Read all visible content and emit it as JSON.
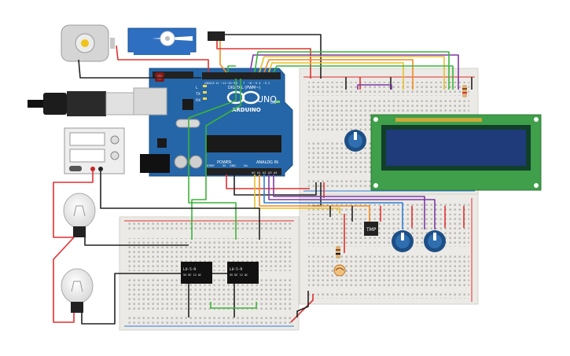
{
  "arduino": {
    "brand": "ARDUINO",
    "model": "UNO",
    "digital_label": "DIGITAL (PWM~)",
    "power_label": "POWER",
    "analog_label": "ANALOG IN",
    "tx_label": "TX",
    "rx_label": "RX",
    "l_label": "L",
    "on_label": "ON",
    "power_pins": [
      "IOREF",
      "RESET",
      "3.3V",
      "5V",
      "GND",
      "GND",
      "Vin"
    ],
    "analog_pins": [
      "A0",
      "A1",
      "A2",
      "A3",
      "A4",
      "A5"
    ],
    "digital_pins": [
      "GND",
      "13",
      "12",
      "~11",
      "~10",
      "~9",
      "8",
      "7",
      "~6",
      "~5",
      "4",
      "~3",
      "2",
      "TX→1",
      "RX←0"
    ]
  },
  "temp_sensor": {
    "label": "TMP"
  },
  "relays": [
    {
      "line1": "LU-5-R",
      "line2": "5V DC  12 AC"
    },
    {
      "line1": "LU-5-R",
      "line2": "5V DC  12 AC"
    }
  ],
  "lcd": {
    "rows": 2,
    "cols": 16
  },
  "colors": {
    "board_blue": "#2566a8",
    "breadboard": "#eceae6",
    "lcd_pcb": "#3f9f4a",
    "lcd_screen": "#1f3b79",
    "wire_red": "#e0302f",
    "wire_black": "#222222",
    "wire_green": "#3cb43a",
    "wire_yellow": "#e5c02a",
    "wire_orange": "#f08a1c",
    "wire_purple": "#7b3aa6",
    "wire_blue": "#2f7fd6"
  },
  "icons": [
    "dc-motor",
    "servo-motor",
    "usb-cable",
    "power-supply",
    "light-bulb",
    "potentiometer",
    "photoresistor",
    "resistor"
  ]
}
